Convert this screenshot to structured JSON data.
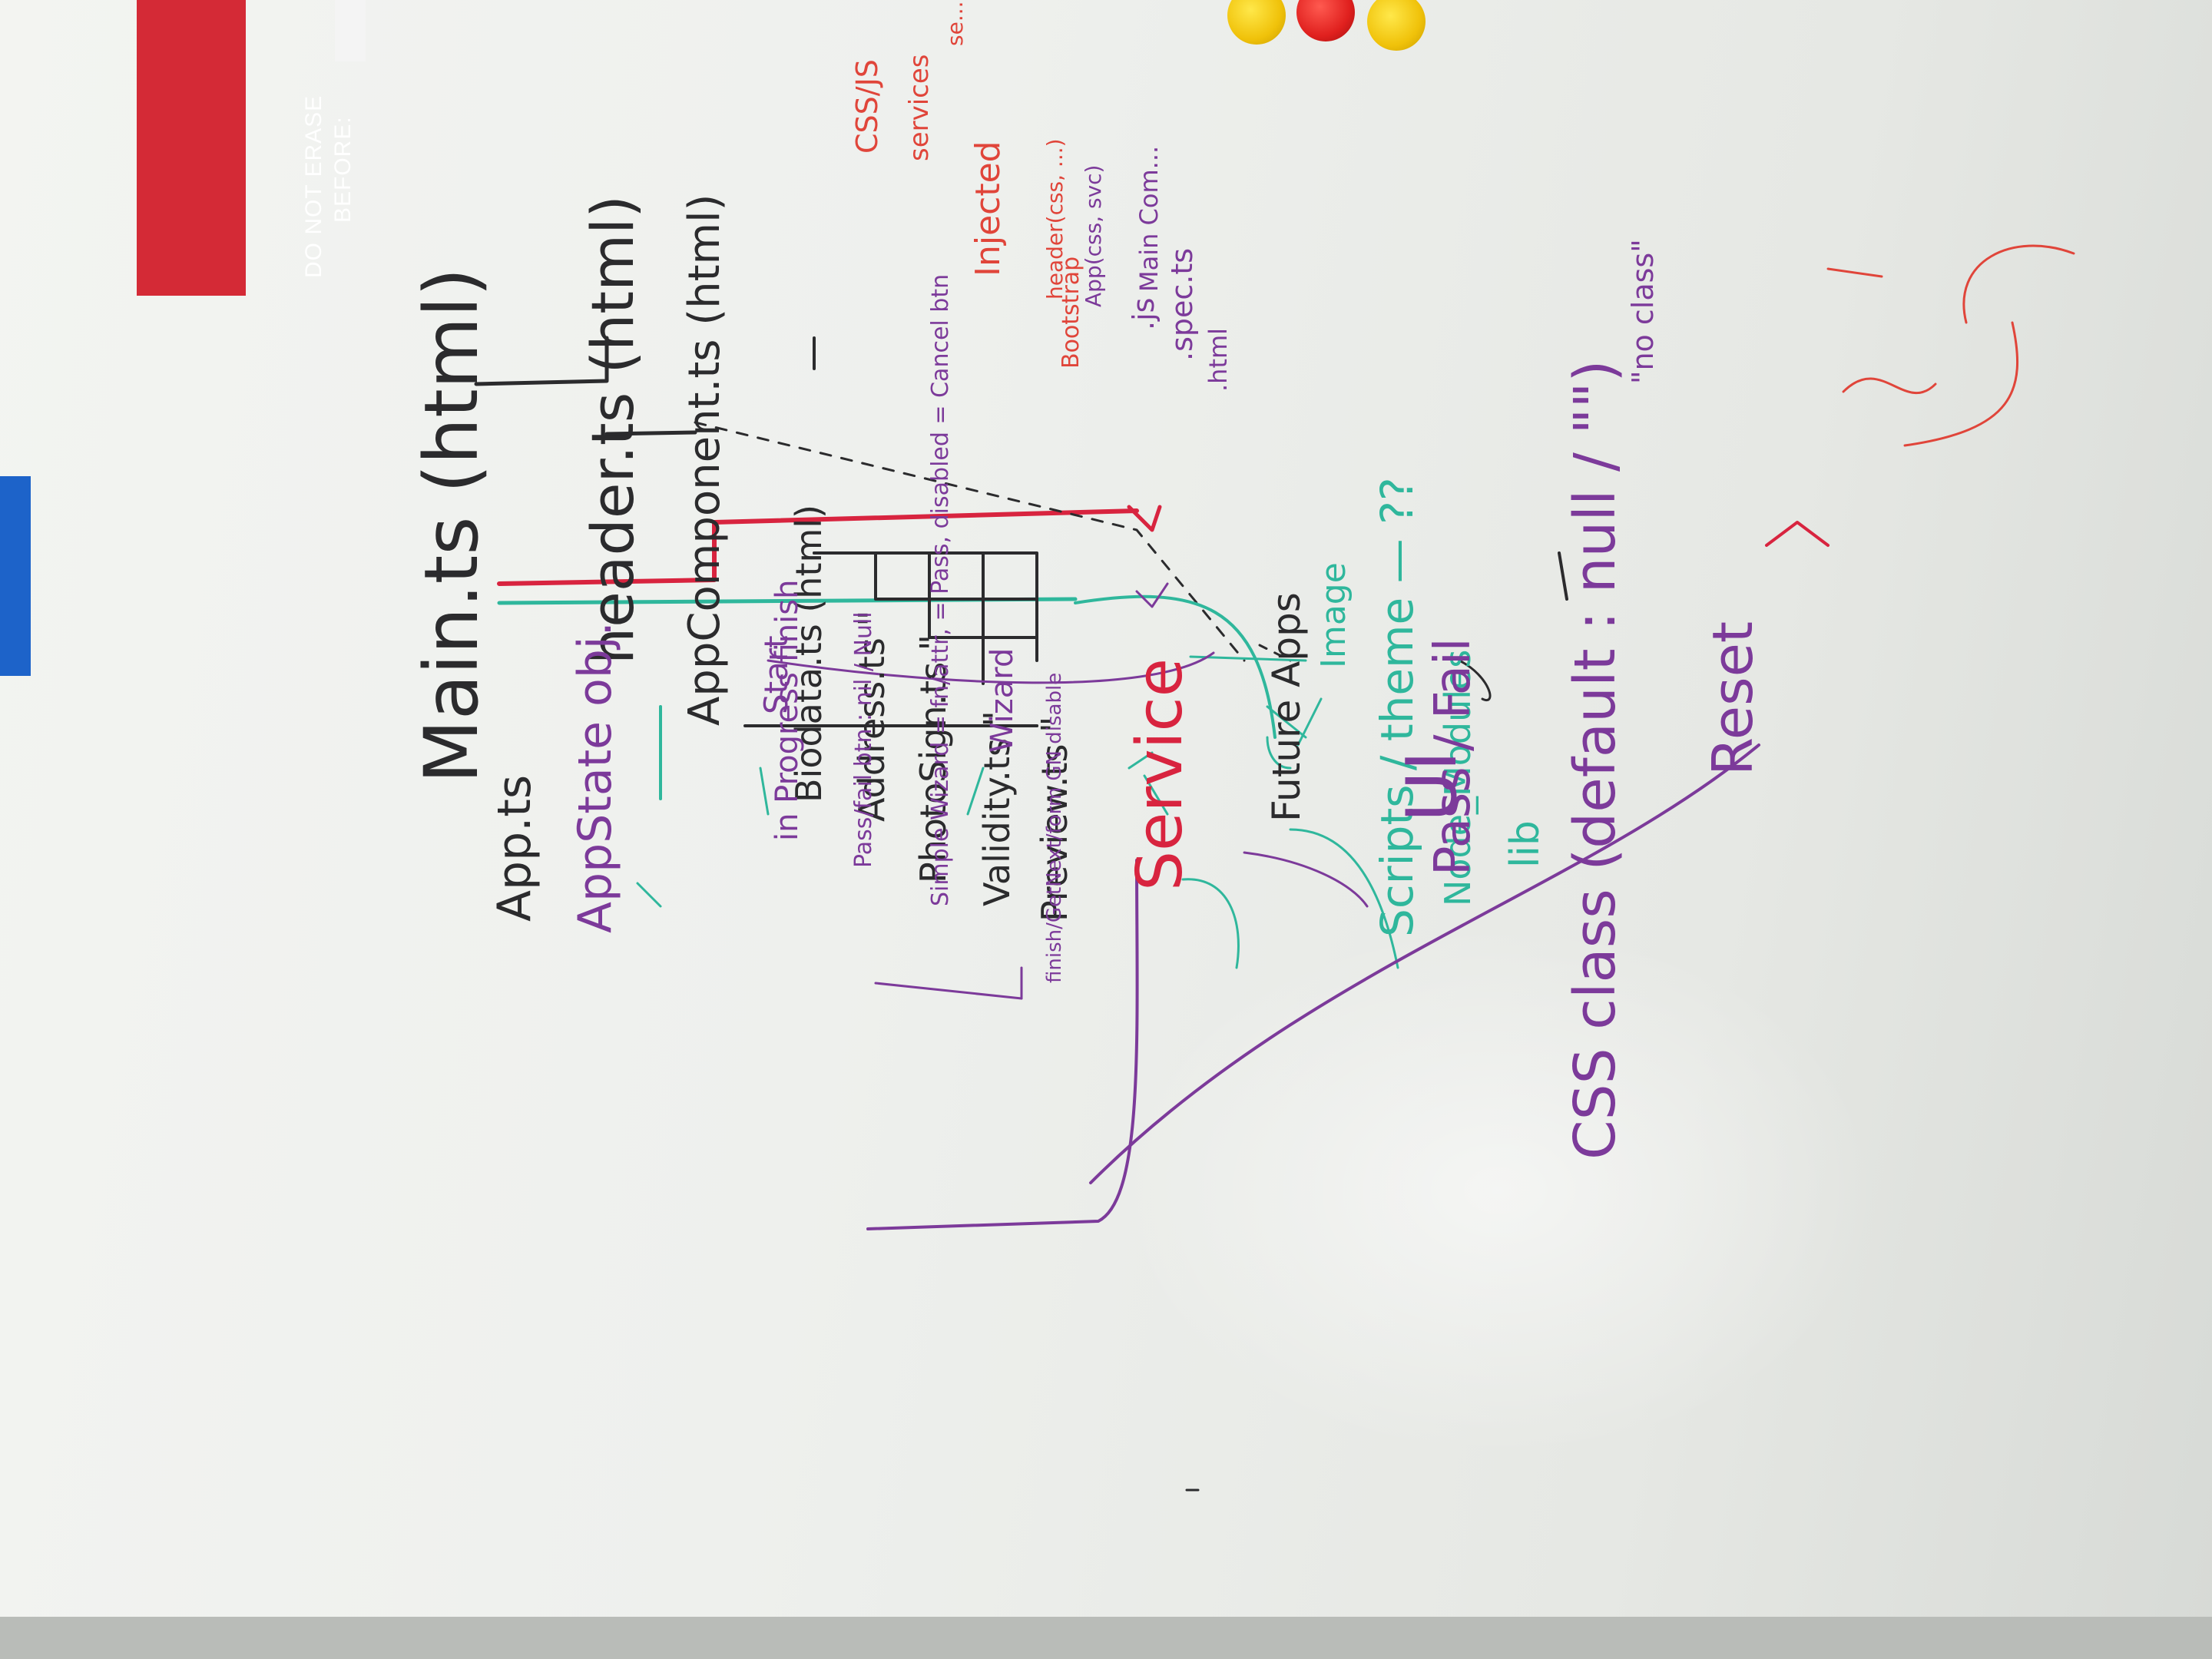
{
  "sticker": {
    "line1": "DO NOT ERASE",
    "line2": "BEFORE:"
  },
  "whiteboard": {
    "main_ts": "Main.ts (html)",
    "header_ts": "header.ts (html)",
    "app_component_ts": "AppComponent.ts (html)",
    "children": [
      "Biodata.ts (html)",
      "Address.ts  \"",
      "PhotoSign.ts \"",
      "Validity.ts \"",
      "Preview.ts \""
    ],
    "file_types": [
      ".js",
      ".spec.ts",
      ".html"
    ],
    "css_js": "CSS/JS",
    "services_small": "services",
    "injected": "Injected",
    "bootstrap": "Bootstrap",
    "header_css": "header(css, ...)",
    "app_css": "App(css, svc)",
    "main_comp": "Main Com...",
    "service": "Service",
    "future_apps": "Future Apps",
    "image": "Image",
    "scripts_theme": "Scripts / theme — ??",
    "node_modules": "Node_Modules",
    "lib": "lib",
    "css_class": "CSS class (default : null / \"\")",
    "no_class": "\"no class\"",
    "pass_fail": "Pass / Fail",
    "reset": "Reset",
    "ui": "UI",
    "app_ts": "App.ts",
    "appstate_obj": "AppState obj.",
    "start": "Start",
    "in_progress_finish": "in Progress finish",
    "pass_fail_btn": "Pass/fail btn : nil / Null",
    "simple_wizard": "Simple Wizard = fn/attr, = Pass, disabled = Cancel btn",
    "wizard": "Wizard",
    "finish_line": "finish/GetNext/form GN disable",
    "top_right": "se..."
  }
}
